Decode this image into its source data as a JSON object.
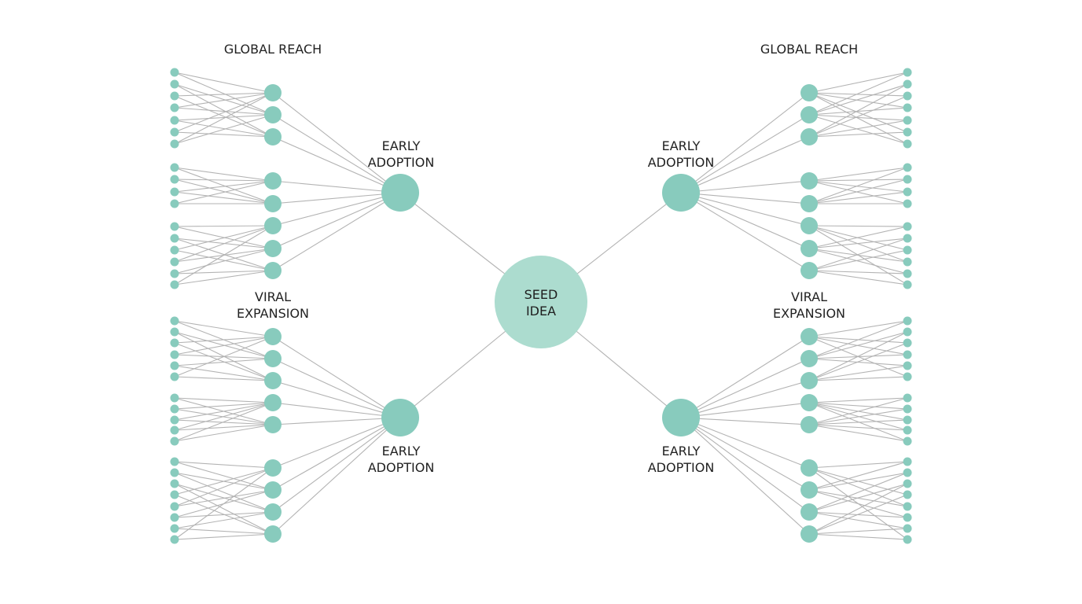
{
  "colors": {
    "node": "#88cbbd",
    "seed_node": "#acdccf",
    "edge": "#b3b3b3",
    "text": "#222222",
    "background": "#ffffff"
  },
  "seed": {
    "label_line1": "SEED",
    "label_line2": "IDEA"
  },
  "labels": {
    "global_reach_left": "GLOBAL REACH",
    "global_reach_right": "GLOBAL REACH",
    "early_adoption_line1": "EARLY",
    "early_adoption_line2": "ADOPTION",
    "viral_expansion_line1": "VIRAL",
    "viral_expansion_line2": "EXPANSION"
  },
  "branches": [
    {
      "position": "top-left",
      "label_line1": "EARLY",
      "label_line2": "ADOPTION"
    },
    {
      "position": "bottom-left",
      "label_line1": "EARLY",
      "label_line2": "ADOPTION"
    },
    {
      "position": "top-right",
      "label_line1": "EARLY",
      "label_line2": "ADOPTION"
    },
    {
      "position": "bottom-right",
      "label_line1": "EARLY",
      "label_line2": "ADOPTION"
    }
  ]
}
